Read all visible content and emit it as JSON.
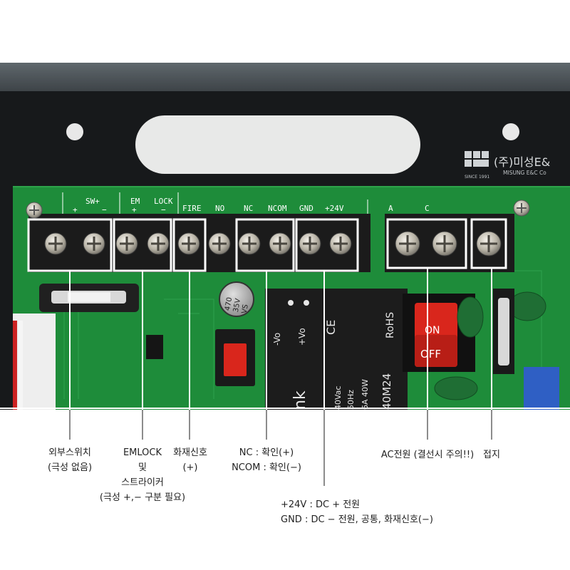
{
  "board": {
    "brand_name": "(주)미성E&",
    "brand_since": "SINCE 1991",
    "brand_sub": "MISUNG E&C Co",
    "terminal_labels": [
      "SW+",
      "EM",
      "LOCK",
      "FIRE",
      "NO",
      "NC",
      "NCOM",
      "GND",
      "+24V",
      "A",
      "C"
    ],
    "polarity": [
      "+",
      "−",
      "+",
      "−"
    ],
    "capacitor_text": [
      "470",
      "35V",
      "VS"
    ],
    "switch_on": "ON",
    "switch_off": "OFF",
    "psu_marks": [
      "-Vo",
      "+Vo",
      "CE",
      "RoHS"
    ],
    "psu_text": [
      "40Vac",
      "50Hz",
      "6A 40W",
      "40M24",
      "nk"
    ]
  },
  "callouts": {
    "switch": [
      "외부스위치",
      "(극성 없음)"
    ],
    "emlock": [
      "EMLOCK",
      "및",
      "스트라이커",
      "(극성 +,− 구분 필요)"
    ],
    "fire": [
      "화재신호",
      "(+)"
    ],
    "nc": [
      "NC : 확인(+)",
      "NCOM : 확인(−)"
    ],
    "power": [
      "+24V : DC + 전원",
      "GND : DC − 전원, 공통, 화재신호(−)"
    ],
    "ac": [
      "AC전원 (결선시 주의!!)"
    ],
    "ground": [
      "접지"
    ]
  },
  "colors": {
    "board": "#1e8c3a",
    "chassis": "#4b5257",
    "switch_red": "#d9261c",
    "highlight": "#ffffff"
  }
}
